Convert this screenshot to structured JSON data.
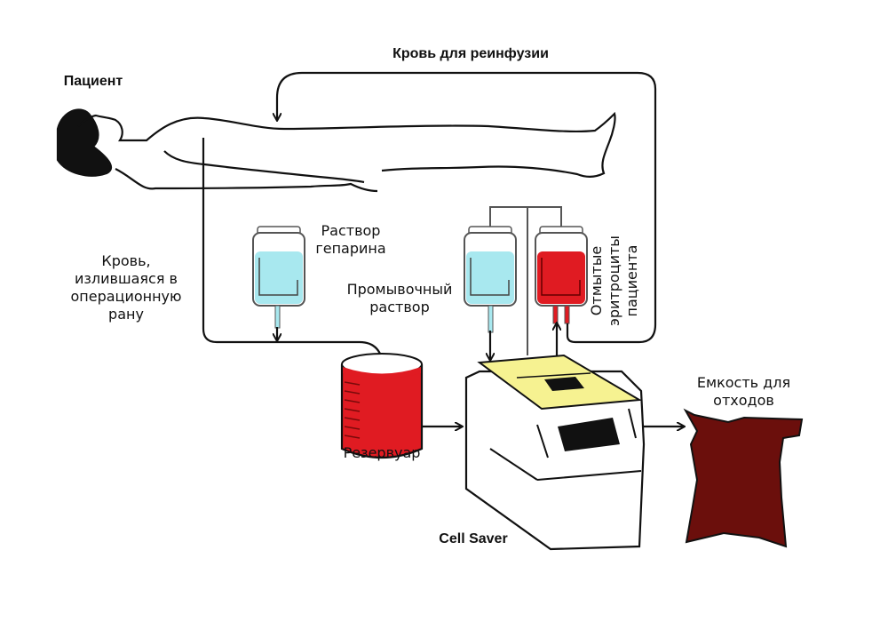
{
  "diagram": {
    "title": "Cell Saver blood salvage circuit",
    "labels": {
      "patient": "Пациент",
      "reinfusion": "Кровь для реинфузии",
      "wound_blood": "Кровь,\nизлившаяся в\nоперационную\nрану",
      "heparin": "Раствор\nгепарина",
      "wash": "Промывочный\nраствор",
      "washed_rbc": "Отмытые\nэритроциты\nпациента",
      "reservoir": "Резервуар",
      "cell_saver": "Cell Saver",
      "waste": "Емкость для\nотходов"
    },
    "colors": {
      "blood": "#e01b22",
      "saline": "#a8e8ef",
      "device_lid": "#f6f291",
      "waste_bag": "#6b0f0c",
      "line": "#111111"
    },
    "flows": [
      {
        "from": "patient",
        "to": "reservoir",
        "label": "wound_blood"
      },
      {
        "from": "heparin",
        "to": "reservoir"
      },
      {
        "from": "reservoir",
        "to": "cell_saver"
      },
      {
        "from": "wash",
        "to": "cell_saver"
      },
      {
        "from": "cell_saver",
        "to": "washed_rbc"
      },
      {
        "from": "cell_saver",
        "to": "waste"
      },
      {
        "from": "washed_rbc",
        "to": "patient",
        "label": "reinfusion"
      }
    ]
  }
}
